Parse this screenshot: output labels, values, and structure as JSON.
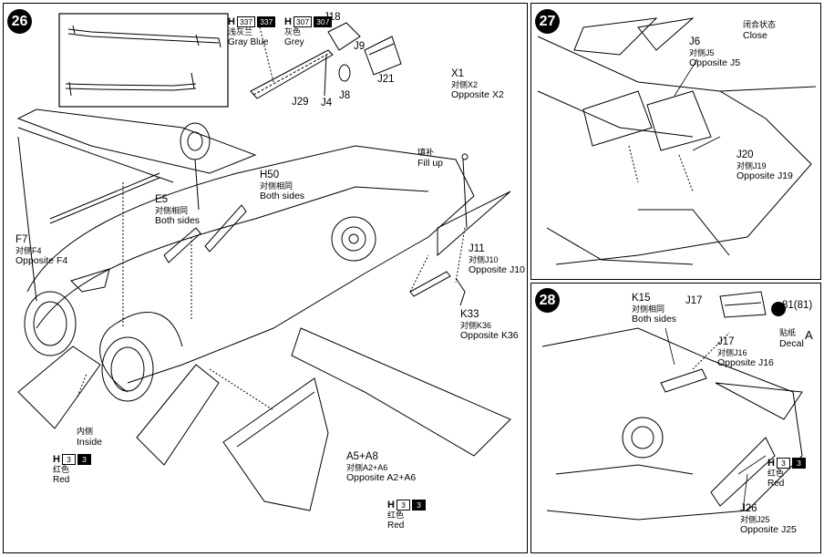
{
  "steps": {
    "s26": "26",
    "s27": "27",
    "s28": "28"
  },
  "paints": {
    "gray_blue": {
      "h": "H",
      "code1": "337",
      "code2": "337",
      "cn": "浅灰兰",
      "en": "Gray Blue"
    },
    "grey": {
      "h": "H",
      "code1": "307",
      "code2": "307",
      "cn": "灰色",
      "en": "Grey"
    },
    "red_a": {
      "h": "H",
      "code1": "3",
      "code2": "3",
      "cn": "红色",
      "en": "Red"
    },
    "red_b": {
      "h": "H",
      "code1": "3",
      "code2": "3",
      "cn": "红色",
      "en": "Red"
    },
    "red_c": {
      "h": "H",
      "code1": "3",
      "code2": "3",
      "cn": "红色",
      "en": "Red"
    }
  },
  "labels26": {
    "j18": "J18",
    "j9": "J9",
    "j21": "J21",
    "j8": "J8",
    "j4": "J4",
    "j29": "J29",
    "x1": "X1",
    "x1_cn": "对侧X2",
    "x1_en": "Opposite X2",
    "fill_cn": "填补",
    "fill_en": "Fill up",
    "h50": "H50",
    "h50_cn": "对侧相同",
    "h50_en": "Both sides",
    "e5": "E5",
    "e5_cn": "对侧相同",
    "e5_en": "Both sides",
    "f7": "F7",
    "f7_cn": "对侧F4",
    "f7_en": "Opposite F4",
    "j11": "J11",
    "j11_cn": "对侧J10",
    "j11_en": "Opposite J10",
    "k33": "K33",
    "k33_cn": "对侧K36",
    "k33_en": "Opposite K36",
    "inside_cn": "内侧",
    "inside_en": "Inside",
    "a5": "A5+A8",
    "a5_cn": "对侧A2+A6",
    "a5_en": "Opposite A2+A6"
  },
  "labels27": {
    "close_cn": "闭合状态",
    "close_en": "Close",
    "j6": "J6",
    "j6_cn": "对侧J5",
    "j6_en": "Opposite J5",
    "j20": "J20",
    "j20_cn": "对侧J19",
    "j20_en": "Opposite J19"
  },
  "labels28": {
    "k15": "K15",
    "k15_cn": "对侧相同",
    "k15_en": "Both sides",
    "j17a": "J17",
    "j17": "J17",
    "j17_cn": "对侧J16",
    "j17_en": "Opposite J16",
    "decal_num": "81(81)",
    "decal_cn": "贴纸",
    "decal_en": "Decal",
    "decal_letter": "A",
    "j26": "J26",
    "j26_cn": "对侧J25",
    "j26_en": "Opposite J25"
  }
}
